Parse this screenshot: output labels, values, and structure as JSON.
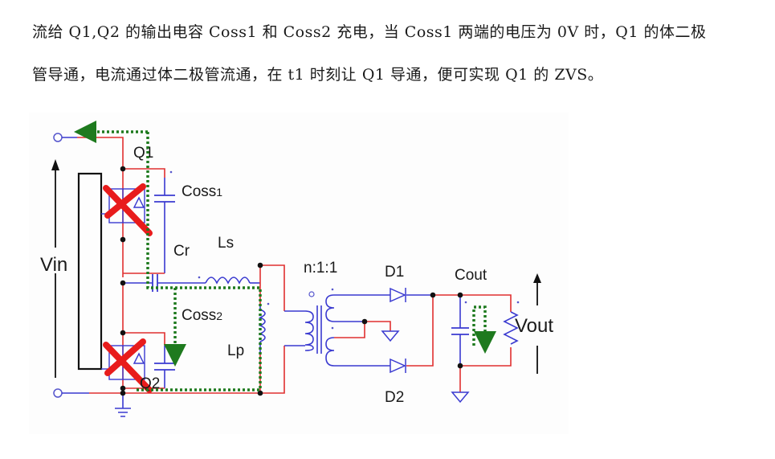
{
  "paragraph": {
    "lines": [
      "流给 Q1,Q2 的输出电容 Coss1 和 Coss2 充电，当 Coss1 两端的电压为 0V 时，Q1 的体二极",
      "管导通，电流通过体二极管流通，在 t1 时刻让 Q1 导通，便可实现 Q1 的 ZVS。"
    ]
  },
  "circuit": {
    "labels": {
      "q1": "Q1",
      "q2": "Q2",
      "coss1_main": "Coss",
      "coss1_sub": "1",
      "coss2_main": "Coss",
      "coss2_sub": "2",
      "cr": "Cr",
      "ls": "Ls",
      "lp": "Lp",
      "ratio": "n:1:1",
      "d1": "D1",
      "d2": "D2",
      "cout": "Cout",
      "vin": "Vin",
      "vout": "Vout"
    },
    "colors": {
      "wire_red": "#e03030",
      "wire_blue": "#3a3ad0",
      "current_path": "#1e7a1e",
      "cross_mark": "#e81c1c"
    }
  }
}
